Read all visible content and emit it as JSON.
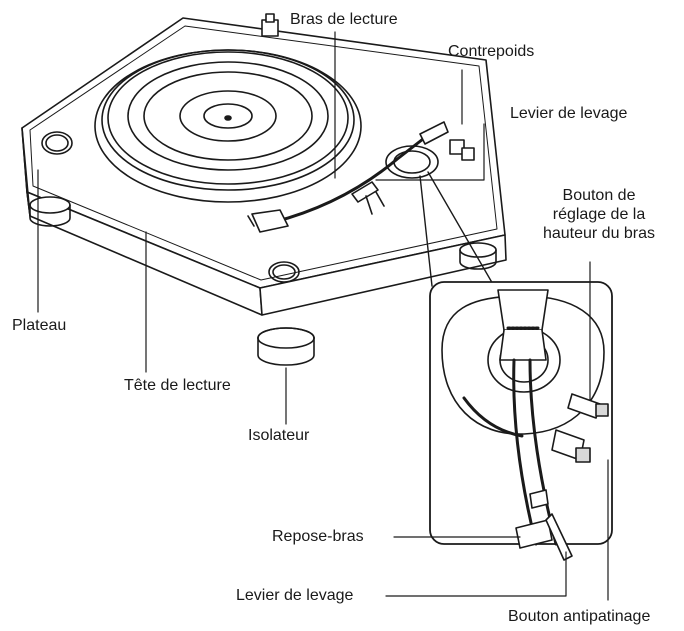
{
  "labels": {
    "bras_de_lecture": "Bras de lecture",
    "contrepoids": "Contrepoids",
    "levier_de_levage_top": "Levier de levage",
    "bouton_hauteur_line1": "Bouton de",
    "bouton_hauteur_line2": "réglage de la",
    "bouton_hauteur_line3": "hauteur du bras",
    "plateau": "Plateau",
    "tete_de_lecture": "Tête de lecture",
    "isolateur": "Isolateur",
    "repose_bras": "Repose-bras",
    "levier_de_levage_bottom": "Levier de levage",
    "bouton_antipatinage": "Bouton antipatinage"
  },
  "colors": {
    "line": "#1a1a1a",
    "fill": "#ffffff",
    "shade": "#d9d9d9"
  }
}
